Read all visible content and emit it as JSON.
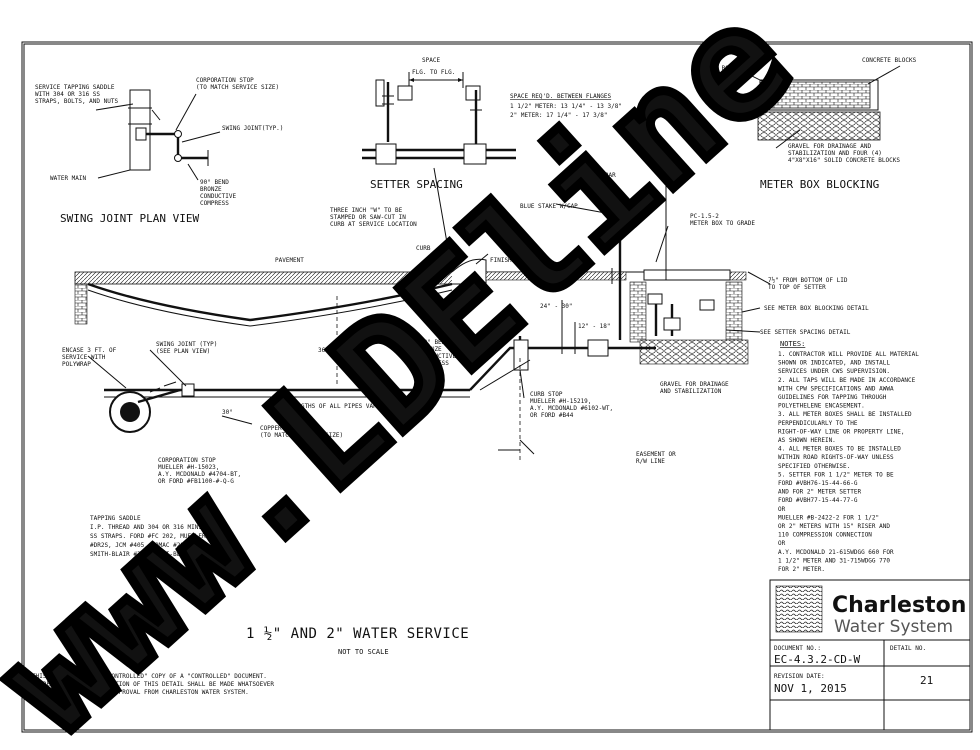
{
  "titles": {
    "swing_joint": "SWING JOINT PLAN VIEW",
    "setter_spacing": "SETTER SPACING",
    "meter_box_blocking": "METER BOX BLOCKING",
    "main_title": "1 ½\" AND 2\" WATER SERVICE",
    "scale": "NOT TO SCALE"
  },
  "swing_joint_labels": {
    "saddle": [
      "SERVICE TAPPING SADDLE",
      "WITH 304 OR 316 SS",
      "STRAPS, BOLTS, AND NUTS"
    ],
    "corp_stop": [
      "CORPORATION STOP",
      "(TO MATCH SERVICE SIZE)"
    ],
    "swing_joint": "SWING JOINT(TYP.)",
    "water_main": "WATER MAIN",
    "bend": [
      "90° BEND",
      "BRONZE",
      "CONDUCTIVE",
      "COMPRESS"
    ]
  },
  "setter_labels": {
    "space": "SPACE",
    "flg": "FLG. TO FLG.",
    "req_title": "SPACE REQ'D. BETWEEN FLANGES",
    "req_1": "1 1/2\" METER: 13 1/4\" - 13 3/8\"",
    "req_2": "2\" METER: 17 1/4\" - 17 3/8\""
  },
  "meter_box_labels": {
    "meter_box": "METER BOX",
    "concrete_blocks": "CONCRETE BLOCKS",
    "gravel": [
      "GRAVEL FOR DRAINAGE AND",
      "STABILIZATION AND FOUR (4)",
      "4\"X8\"X16\" SOLID CONCRETE BLOCKS"
    ]
  },
  "section_labels": {
    "rebar": "NO. 4 REBAR",
    "blue_stake": "BLUE STAKE W/CAP",
    "pc": [
      "PC-1.5-2",
      "METER BOX TO GRADE"
    ],
    "three_inch": [
      "THREE INCH \"W\" TO BE",
      "STAMPED OR SAW-CUT IN",
      "CURB AT SERVICE LOCATION"
    ],
    "pavement": "PAVEMENT",
    "curb": "CURB",
    "finished_grade": "FINISHED GRADE",
    "dim_24_30": "24\" - 30\"",
    "dim_12_18": "12\" - 18\"",
    "dim_36_48": "36\" TO 48\"",
    "from_bottom": [
      "7½\" FROM BOTTOM OF LID",
      "TO TOP OF SETTER"
    ],
    "see_meter_box": "SEE METER BOX BLOCKING DETAIL",
    "see_setter": "SEE SETTER SPACING DETAIL",
    "swing_joint_typ": [
      "SWING JOINT (TYP)",
      "(SEE PLAN VIEW)"
    ],
    "encase": [
      "ENCASE 3 FT. OF",
      "SERVICE WITH",
      "POLYWRAP"
    ],
    "bend90": [
      "90° BEND",
      "BRONZE",
      "CONDUCTIVE",
      "COMPRESS"
    ],
    "lengths": "LENGTHS OF ALL PIPES VARY",
    "angle": "30°",
    "copper": [
      "COPPER (TYPE K)",
      "(TO MATCH SERVICE SIZE)"
    ],
    "curb_stop": [
      "CURB STOP",
      "MUELLER #H-15219,",
      "A.Y. MCDONALD #6102-WT,",
      "OR FORD #B44"
    ],
    "gravel_drain": [
      "GRAVEL FOR DRAINAGE",
      "AND STABILIZATION"
    ],
    "easement": [
      "EASEMENT OR",
      "R/W LINE"
    ],
    "corporation_stop": [
      "CORPORATION STOP",
      "MUELLER #H-15023,",
      "A.Y. MCDONALD #4704-BT,",
      "OR FORD #FB1100-#-Q-G"
    ],
    "tapping_saddle": [
      "TAPPING SADDLE",
      "I.P. THREAD AND 304 OR 316 MINIMUM",
      "SS STRAPS. FORD #FC 202, MUELLER",
      "#DR2S, JCM #405, ROMAC #202N, OR",
      "SMITH-BLAIR #317 FLEXI-BLUE"
    ]
  },
  "notes": {
    "heading": "NOTES:",
    "lines": [
      "1. CONTRACTOR WILL PROVIDE ALL MATERIAL",
      "   SHOWN OR INDICATED, AND INSTALL",
      "   SERVICES UNDER CWS SUPERVISION.",
      "2. ALL TAPS WILL BE MADE IN ACCORDANCE",
      "   WITH CPW SPECIFICATIONS AND AWWA",
      "   GUIDELINES FOR TAPPING THROUGH",
      "   POLYETHELENE ENCASEMENT.",
      "3. ALL METER BOXES SHALL BE INSTALLED",
      "   PERPENDICULARLY TO THE",
      "   RIGHT-OF-WAY LINE OR PROPERTY LINE,",
      "   AS SHOWN HEREIN.",
      "4. ALL METER BOXES TO BE INSTALLED",
      "   WITHIN ROAD RIGHTS-OF-WAY UNLESS",
      "   SPECIFIED OTHERWISE.",
      "5. SETTER FOR 1 1/2\" METER TO BE",
      "   FORD #VBH76-15-44-66-G",
      "   AND FOR 2\" METER SETTER",
      "   FORD #VBH77-15-44-77-G",
      "   OR",
      "   MUELLER #B-2422-2 FOR 1 1/2\"",
      "   OR 2\" METERS WITH 15\" RISER AND",
      "   110 COMPRESSION CONNECTION",
      "   OR",
      "   A.Y. MCDONALD 21-615WDGG 660 FOR",
      "   1 1/2\" METER AND 31-715WDGG 770",
      "   FOR 2\" METER."
    ]
  },
  "disclaimer": [
    "THIS DETAIL IS AN \"UNCONTROLLED\" COPY OF A \"CONTROLLED\" DOCUMENT.",
    "NO REVISION OR MODIFICATION OF THIS DETAIL SHALL BE MADE WHATSOEVER",
    "WITHOUT PRIOR WRITTEN APPROVAL FROM CHARLESTON WATER SYSTEM."
  ],
  "title_block": {
    "brand_1": "Charleston",
    "brand_2": "Water System",
    "doc_label": "DOCUMENT NO.:",
    "doc_no": "EC-4.3.2-CD-W",
    "detail_label": "DETAIL NO.",
    "detail_no": "21",
    "rev_label": "REVISION DATE:",
    "rev_date": "NOV 1, 2015"
  },
  "watermark": "www.LDEline",
  "colors": {
    "ink": "#111111",
    "watermark": "#000000",
    "brand_grey": "#555555"
  }
}
